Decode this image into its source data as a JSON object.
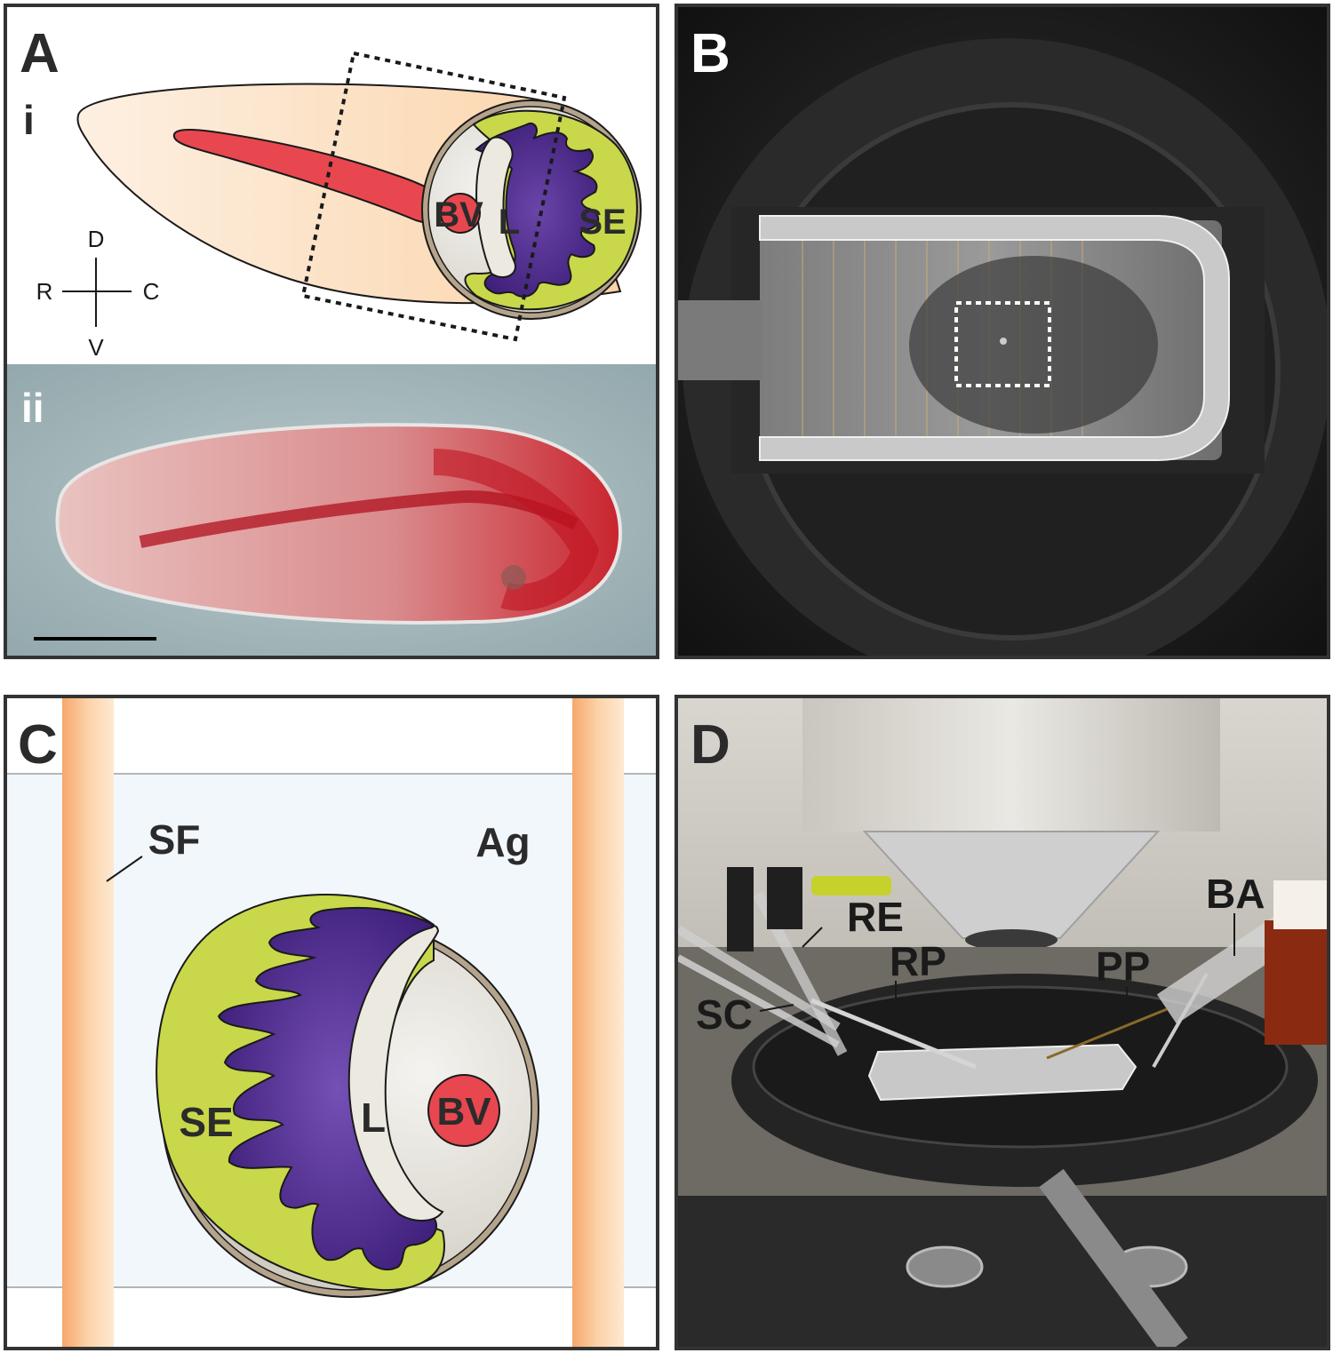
{
  "panels": {
    "a": {
      "letter": "A",
      "sub_i": "i",
      "sub_ii": "ii",
      "labels": {
        "bv": "BV",
        "l": "L",
        "se": "SE"
      },
      "compass": {
        "dorsal": "D",
        "ventral": "V",
        "rostral": "R",
        "caudal": "C"
      }
    },
    "b": {
      "letter": "B"
    },
    "c": {
      "letter": "C",
      "labels": {
        "sf": "SF",
        "ag": "Ag",
        "se": "SE",
        "l": "L",
        "bv": "BV"
      }
    },
    "d": {
      "letter": "D",
      "labels": {
        "re": "RE",
        "rp": "RP",
        "pp": "PP",
        "ba": "BA",
        "sc": "SC"
      }
    }
  },
  "colors": {
    "tissue": "#fcdcb8",
    "blood_vessel": "#e8474f",
    "lumen": "#e7e6dc",
    "sensory_epithelium": "#4f2a8c",
    "support_layer": "#c8d84a",
    "capsule": "#b5a48c",
    "agarose": "#f2f7fc",
    "fibers": "#f7b984"
  }
}
